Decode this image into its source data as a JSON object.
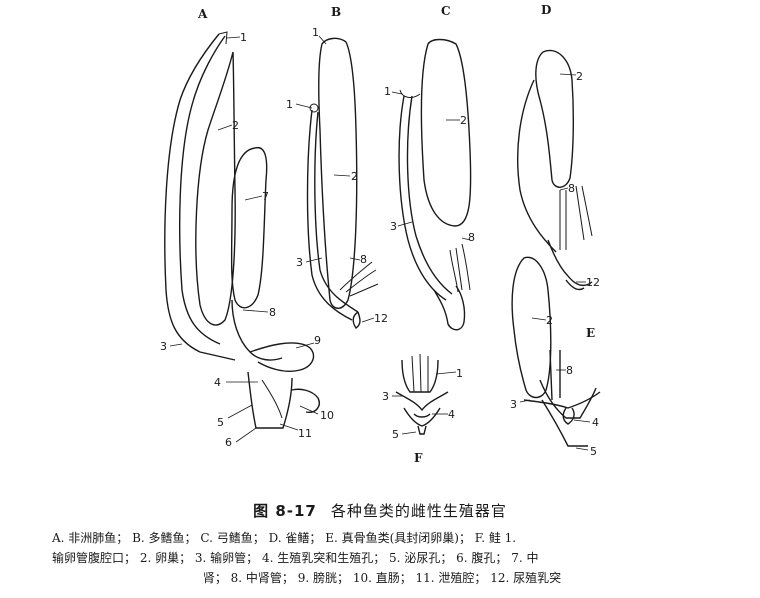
{
  "panels": {
    "A": "A",
    "B": "B",
    "C": "C",
    "D": "D",
    "E": "E",
    "F": "F"
  },
  "callouts": {
    "a1": "1",
    "a2": "2",
    "a7": "7",
    "a8": "8",
    "a3": "3",
    "a9": "9",
    "a4": "4",
    "a5": "5",
    "a6": "6",
    "a10": "10",
    "a11": "11",
    "b1top": "1",
    "b1": "1",
    "b2": "2",
    "b3": "3",
    "b8": "8",
    "b12": "12",
    "c1": "1",
    "c2": "2",
    "c3": "3",
    "c8": "8",
    "d2": "2",
    "d8": "8",
    "d12": "12",
    "e2": "2",
    "e8": "8",
    "e3": "3",
    "e4": "4",
    "e5": "5",
    "f1": "1",
    "f3": "3",
    "f4": "4",
    "f5": "5"
  },
  "caption": {
    "figure_number": "图 8-17",
    "title": "各种鱼类的雌性生殖器官",
    "line1": "A. 非洲肺鱼；  B. 多鳍鱼；  C. 弓鳍鱼；  D. 雀鳝；  E. 真骨鱼类(具封闭卵巢)；  F. 鲑   1.",
    "line2": "输卵管腹腔口；  2. 卵巢；  3. 输卵管；  4. 生殖乳突和生殖孔；  5. 泌尿孔；  6. 腹孔；  7.  中",
    "line3": "肾；  8. 中肾管；  9. 膀胱；  10. 直肠；  11. 泄殖腔；  12. 尿殖乳突"
  }
}
